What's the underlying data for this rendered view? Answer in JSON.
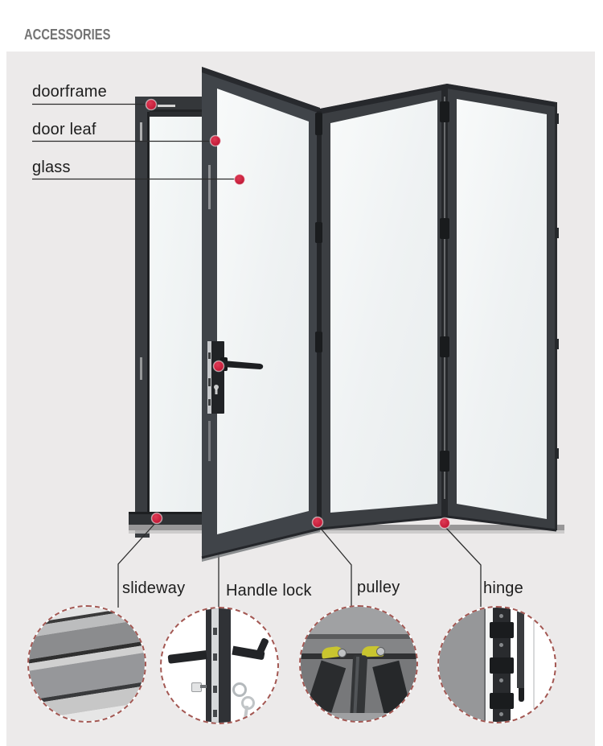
{
  "header": {
    "title": "ACCESSORIES"
  },
  "diagram": {
    "subject": "aluminium bi-fold door parts callout",
    "top_labels": [
      {
        "id": "doorframe",
        "label": "doorframe"
      },
      {
        "id": "door-leaf",
        "label": "door leaf"
      },
      {
        "id": "glass",
        "label": "glass"
      }
    ],
    "bottom_labels": [
      {
        "id": "slideway",
        "label": "slideway"
      },
      {
        "id": "handle-lock",
        "label": "Handle lock"
      },
      {
        "id": "pulley",
        "label": "pulley"
      },
      {
        "id": "hinge",
        "label": "hinge"
      }
    ],
    "marker_count": 7
  },
  "colors": {
    "marker_red": "#c9203d",
    "door_dark": "#3b3e42",
    "glass_tint": "#f3f6f6",
    "backdrop_gray": "#eceaea",
    "detail_circle_border": "#a35752",
    "title_gray": "#747474"
  }
}
